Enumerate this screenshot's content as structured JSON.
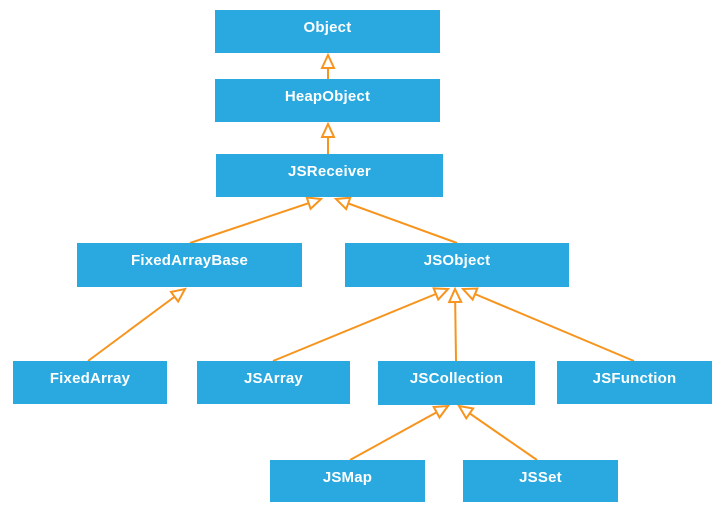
{
  "diagram": {
    "type": "class-hierarchy",
    "nodes": [
      {
        "id": "object",
        "label": "Object"
      },
      {
        "id": "heap-object",
        "label": "HeapObject"
      },
      {
        "id": "js-receiver",
        "label": "JSReceiver"
      },
      {
        "id": "fixed-array-base",
        "label": "FixedArrayBase"
      },
      {
        "id": "js-object",
        "label": "JSObject"
      },
      {
        "id": "fixed-array",
        "label": "FixedArray"
      },
      {
        "id": "js-array",
        "label": "JSArray"
      },
      {
        "id": "js-collection",
        "label": "JSCollection"
      },
      {
        "id": "js-function",
        "label": "JSFunction"
      },
      {
        "id": "js-map",
        "label": "JSMap"
      },
      {
        "id": "js-set",
        "label": "JSSet"
      }
    ],
    "edges": [
      {
        "from": "HeapObject",
        "to": "Object"
      },
      {
        "from": "JSReceiver",
        "to": "HeapObject"
      },
      {
        "from": "FixedArrayBase",
        "to": "JSReceiver"
      },
      {
        "from": "JSObject",
        "to": "JSReceiver"
      },
      {
        "from": "FixedArray",
        "to": "FixedArrayBase"
      },
      {
        "from": "JSArray",
        "to": "JSObject"
      },
      {
        "from": "JSCollection",
        "to": "JSObject"
      },
      {
        "from": "JSFunction",
        "to": "JSObject"
      },
      {
        "from": "JSMap",
        "to": "JSCollection"
      },
      {
        "from": "JSSet",
        "to": "JSCollection"
      }
    ],
    "colors": {
      "node_fill": "#29A9E0",
      "node_text": "#FFFFFF",
      "arrow": "#F7941D",
      "background": "#FFFFFF"
    }
  }
}
